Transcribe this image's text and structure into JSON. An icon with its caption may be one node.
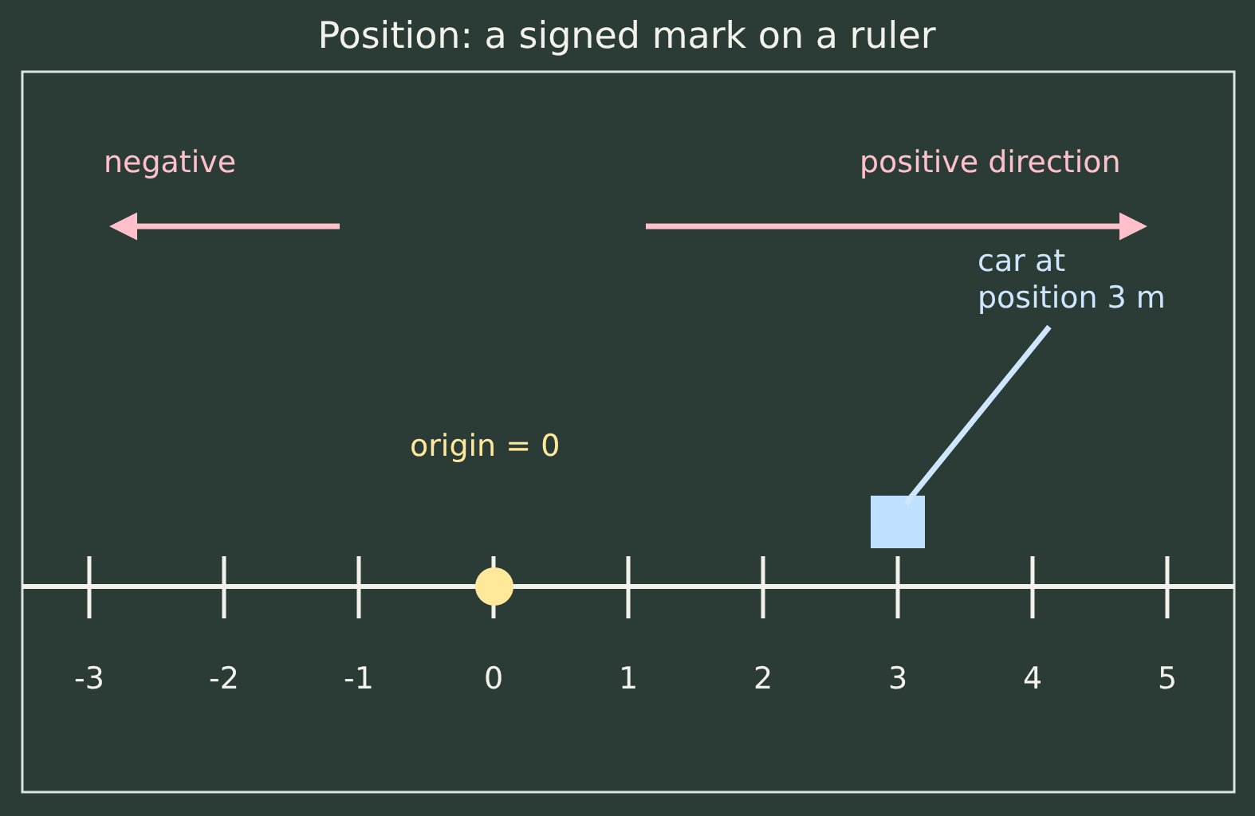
{
  "diagram": {
    "title": "Position: a signed mark on a ruler",
    "nodes": [
      {
        "text": [
          "car at position 3 m"
        ]
      },
      {
        "text": [],
        "shape": "box"
      }
    ],
    "edges": [
      {
        "from": 0,
        "to": 1,
        "arrow": "none"
      }
    ],
    "labels": [
      "negative",
      "positive direction",
      "origin = 0",
      "-3",
      "-2",
      "-1",
      "0",
      "1",
      "2",
      "3",
      "4",
      "5"
    ]
  }
}
